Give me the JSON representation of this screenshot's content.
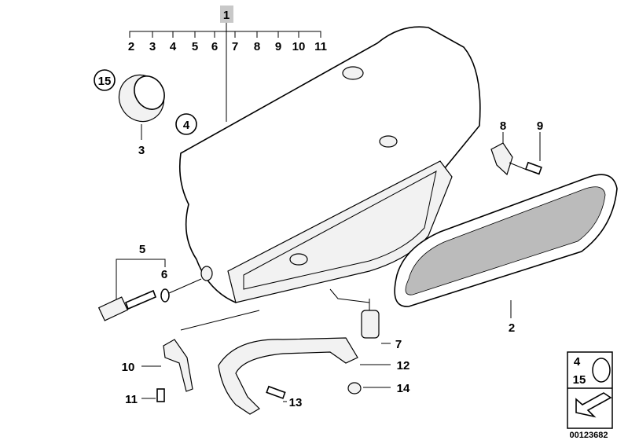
{
  "diagram": {
    "main_label": "1",
    "group_labels": [
      "2",
      "3",
      "4",
      "5",
      "6",
      "7",
      "8",
      "9",
      "10",
      "11"
    ],
    "callouts": {
      "filter_element": "2",
      "intake_sleeve": "3",
      "clamp_circled": "4",
      "sensor": "5",
      "o_ring": "6",
      "rubber_mount": "7",
      "clip": "8",
      "clip_screw": "9",
      "bracket": "10",
      "bracket_screw": "11",
      "support_bracket": "12",
      "support_screw": "13",
      "nut": "14",
      "sleeve_circled": "15"
    },
    "legend_box": {
      "top": "4",
      "bottom": "15"
    },
    "diagram_code": "00123682"
  }
}
